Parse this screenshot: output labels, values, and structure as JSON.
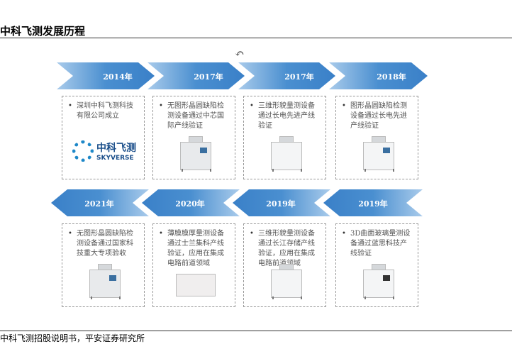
{
  "title": "中科飞测发展历程",
  "top_row": [
    {
      "year": "2014年",
      "text": "深圳中科飞测科技有限公司成立"
    },
    {
      "year": "2017年",
      "text": "无图形晶圆缺陷检测设备通过中芯国际产线验证"
    },
    {
      "year": "2017年",
      "text": "三维形貌量测设备通过长电先进产线验证"
    },
    {
      "year": "2018年",
      "text": "图形晶圆缺陷检测设备通过长电先进产线验证"
    }
  ],
  "bottom_row": [
    {
      "year": "2021年",
      "text": "无图形晶圆缺陷检测设备通过国家科技重大专项验收"
    },
    {
      "year": "2020年",
      "text": "薄膜膜厚量测设备通过士兰集科产线验证，应用在集成电路前道领域"
    },
    {
      "year": "2019年",
      "text": "三维形貌量测设备通过长江存储产线验证，应用在集成电路前道领域"
    },
    {
      "year": "2019年",
      "text": "3D曲面玻璃量测设备通过蓝思科技产线验证"
    }
  ],
  "logo": {
    "cn": "中科飞测",
    "en": "SKYVERSE"
  },
  "footer": "中科飞测招股说明书，平安证券研究所",
  "colors": {
    "arrow": "#4a8fd0"
  }
}
